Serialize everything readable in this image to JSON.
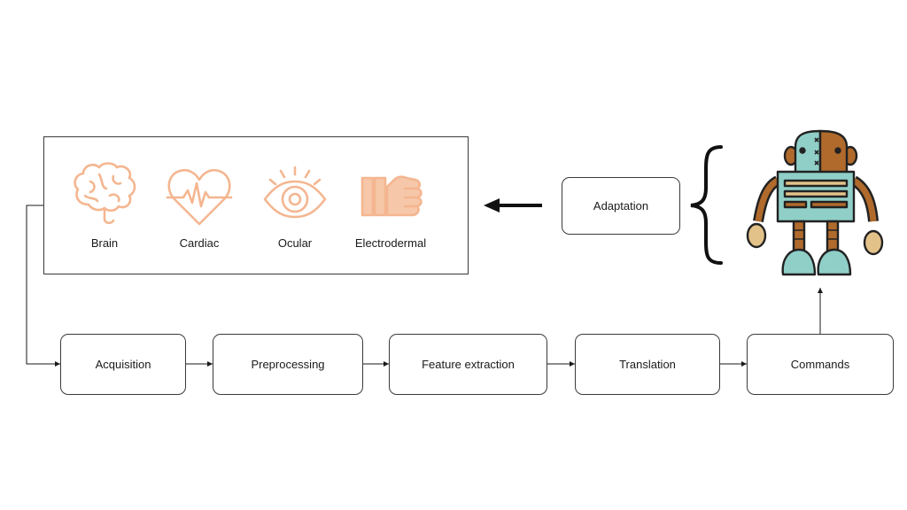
{
  "signals": [
    {
      "label": "Brain",
      "icon": "brain-icon"
    },
    {
      "label": "Cardiac",
      "icon": "heart-pulse-icon"
    },
    {
      "label": "Ocular",
      "icon": "eye-icon"
    },
    {
      "label": "Electrodermal",
      "icon": "hand-icon"
    }
  ],
  "pipeline": [
    {
      "label": "Acquisition"
    },
    {
      "label": "Preprocessing"
    },
    {
      "label": "Feature extraction"
    },
    {
      "label": "Translation"
    },
    {
      "label": "Commands"
    }
  ],
  "adaptation": {
    "label": "Adaptation"
  },
  "colors": {
    "icon": "#f4b690",
    "robot_teal": "#8fcfc7",
    "robot_brown": "#b06a2c",
    "robot_tan": "#e3c289",
    "line": "#1a1a1a"
  }
}
